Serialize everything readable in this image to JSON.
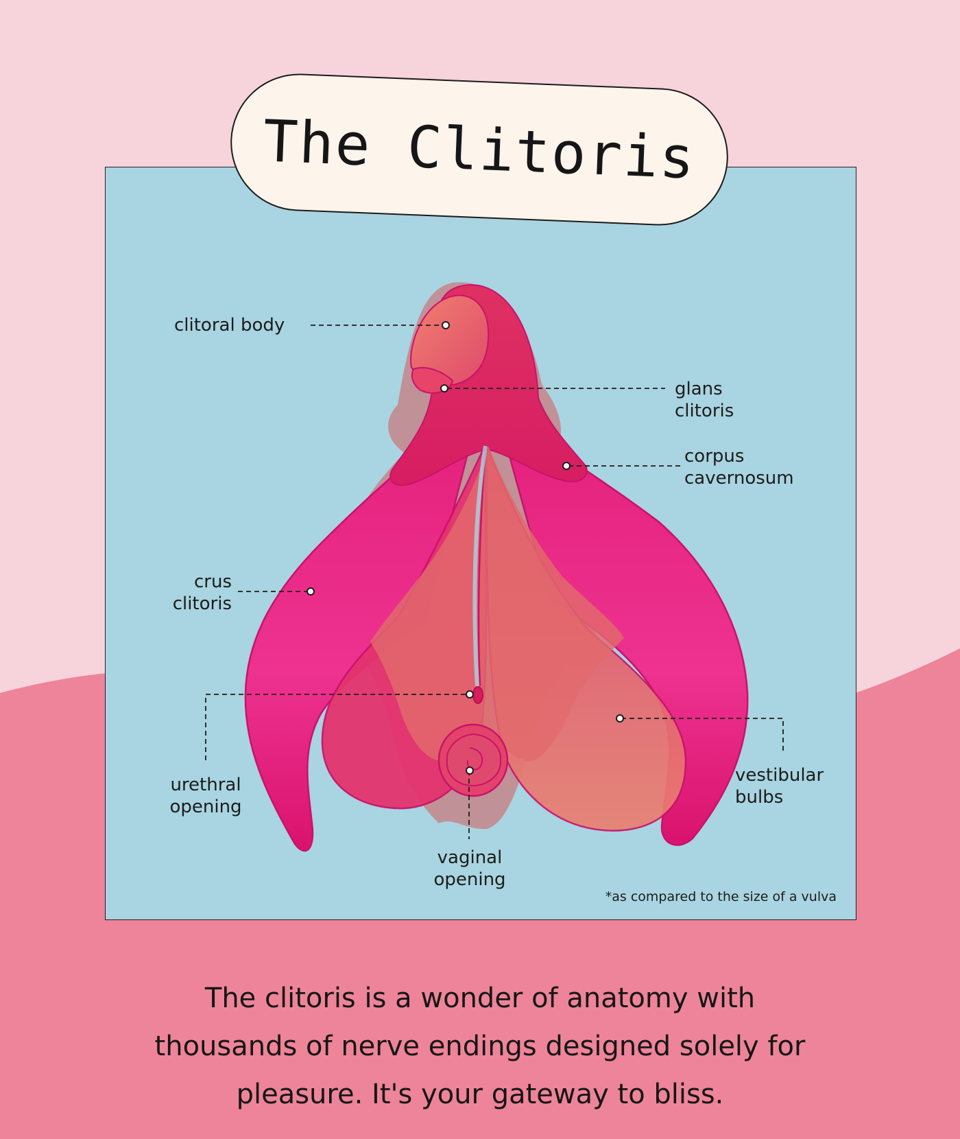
{
  "title": "The Clitoris",
  "labels": {
    "clitoral_body": "clitoral body",
    "glans": [
      "glans",
      "clitoris"
    ],
    "corpus": [
      "corpus",
      "cavernosum"
    ],
    "crus": [
      "crus",
      "clitoris"
    ],
    "urethral": [
      "urethral",
      "opening"
    ],
    "vaginal": [
      "vaginal",
      "opening"
    ],
    "vestibular": [
      "vestibular",
      "bulbs"
    ]
  },
  "footnote": "*as compared to the size of a vulva",
  "caption": [
    "The clitoris is a wonder of anatomy with",
    "thousands of nerve endings designed solely for",
    "pleasure. It's your gateway to bliss."
  ],
  "colors": {
    "background_top": "#f7d3dc",
    "background_bottom": "#ee8499",
    "panel": "#a9d4e1",
    "title_pill": "#fdf4ec",
    "organ_magenta": "#e7208a",
    "organ_crimson": "#d81c5e",
    "organ_salmon": "#e46a6b",
    "vulva_shadow": "#c7828a"
  }
}
